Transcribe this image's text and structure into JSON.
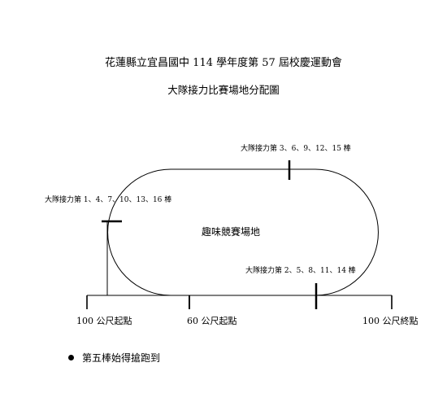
{
  "header": {
    "title": "花蓮縣立宜昌國中 114 學年度第 57 屆校慶運動會",
    "subtitle": "大隊接力比賽場地分配圖"
  },
  "diagram": {
    "relay_left_label": "大隊接力第 1、4、7、10、13、16 棒",
    "relay_top_label": "大隊接力第 3、6、9、12、15 棒",
    "relay_bottom_label": "大隊接力第 2、5、8、11、14 棒",
    "field_label": "趣味競賽場地",
    "start_100m_label": "100 公尺起點",
    "start_60m_label": "60 公尺起點",
    "finish_100m_label": "100 公尺終點"
  },
  "notes": [
    "第五棒始得搶跑到"
  ]
}
